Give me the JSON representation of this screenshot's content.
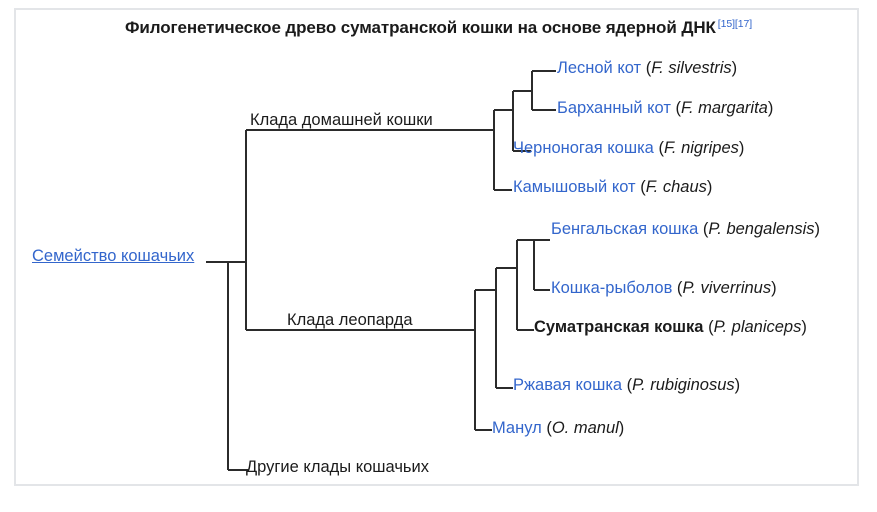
{
  "figure": {
    "title": "Филогенетическое древо суматранской кошки на основе ядерной ДНК",
    "title_refs": "[15][17]",
    "border_color": "#e3e5e8",
    "link_color": "#3366cc",
    "text_color": "#1b1b1b",
    "line_color": "#2b2b2b"
  },
  "tree": {
    "root": {
      "label": "Семейство кошачьих",
      "style": "link-underlined"
    },
    "clades": [
      {
        "id": "domestic",
        "label": "Клада домашней кошки",
        "style": "plain"
      },
      {
        "id": "leopard",
        "label": "Клада леопарда",
        "style": "plain"
      },
      {
        "id": "other",
        "label": "Другие клады кошачьих",
        "style": "plain"
      }
    ],
    "leaves": [
      {
        "id": "silvestris",
        "common": "Лесной кот",
        "sci_open": " (",
        "genus": "F.",
        "species": "silvestris",
        "sci_close": ")",
        "style": "link",
        "clade": "domestic"
      },
      {
        "id": "margarita",
        "common": "Барханный кот",
        "sci_open": " (",
        "genus": "F.",
        "species": "margarita",
        "sci_close": ")",
        "style": "link",
        "clade": "domestic"
      },
      {
        "id": "nigripes",
        "common": "Черноногая кошка",
        "sci_open": " (",
        "genus": "F.",
        "species": "nigripes",
        "sci_close": ")",
        "style": "link",
        "clade": "domestic"
      },
      {
        "id": "chaus",
        "common": "Камышовый кот",
        "sci_open": " (",
        "genus": "F.",
        "species": "chaus",
        "sci_close": ")",
        "style": "link",
        "clade": "domestic"
      },
      {
        "id": "bengalensis",
        "common": "Бенгальская кошка",
        "sci_open": " (",
        "genus": "P.",
        "species": "bengalensis",
        "sci_close": ")",
        "style": "link",
        "clade": "leopard"
      },
      {
        "id": "viverrinus",
        "common": "Кошка-рыболов",
        "sci_open": " (",
        "genus": "P.",
        "species": "viverrinus",
        "sci_close": ")",
        "style": "link",
        "clade": "leopard"
      },
      {
        "id": "planiceps",
        "common": "Суматранская кошка",
        "sci_open": " (",
        "genus": "P.",
        "species": "planiceps",
        "sci_close": ")",
        "style": "bold",
        "clade": "leopard"
      },
      {
        "id": "rubiginosus",
        "common": "Ржавая кошка",
        "sci_open": " (",
        "genus": "P.",
        "species": "rubiginosus",
        "sci_close": ")",
        "style": "link",
        "clade": "leopard"
      },
      {
        "id": "manul",
        "common": "Манул",
        "sci_open": " (",
        "genus": "O.",
        "species": "manul",
        "sci_close": ")",
        "style": "link",
        "clade": "leopard"
      }
    ]
  }
}
